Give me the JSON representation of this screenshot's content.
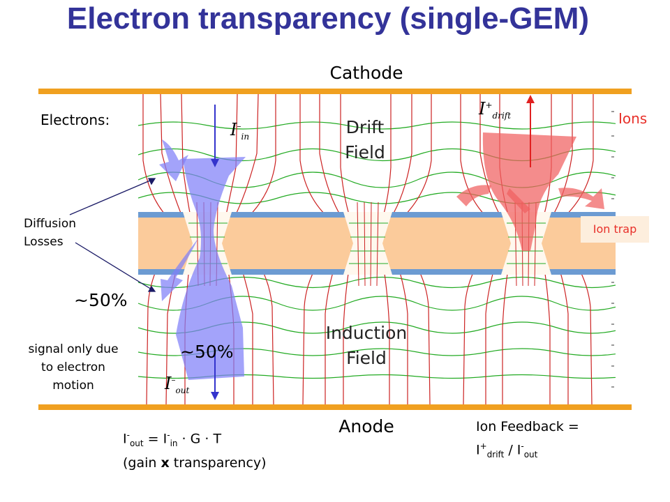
{
  "title": "Electron transparency (single-GEM)",
  "labels": {
    "cathode": "Cathode",
    "anode": "Anode",
    "electrons": "Electrons:",
    "ions": "Ions",
    "drift_field_line1": "Drift",
    "drift_field_line2": "Field",
    "induction_field_line1": "Induction",
    "induction_field_line2": "Field",
    "ion_trap": "Ion trap",
    "diffusion_line1": "Diffusion",
    "diffusion_line2": "Losses",
    "percent_left": "~50%",
    "percent_mid": "~50%",
    "signal_line1": "signal only due",
    "signal_line2": "to electron",
    "signal_line3": "motion"
  },
  "currents": {
    "i_in": {
      "base": "I",
      "sub": "in",
      "sup": "–"
    },
    "i_out": {
      "base": "I",
      "sub": "out",
      "sup": "–"
    },
    "i_drift": {
      "base": "I",
      "sub": "drift",
      "sup": "+"
    }
  },
  "formula_out": {
    "i1": "I",
    "sup1": "-",
    "sub1": "out",
    "eq": " = I",
    "sup2": "-",
    "sub2": "in",
    "rest": " · G · T",
    "line2_open": "(gain ",
    "line2_x": "x",
    "line2_close": " transparency)"
  },
  "formula_feedback": {
    "line1": "Ion Feedback =",
    "i1": "I",
    "sup1": "+",
    "sub1": "drift",
    "slash": " / I",
    "sup2": "-",
    "sub2": "out"
  },
  "colors": {
    "title": "#333399",
    "electrode": "#f0a020",
    "foil_insulator": "#fbcb9b",
    "foil_copper": "#6c9bd2",
    "electron_flow": "#8080f8",
    "ion_flow": "#f06060",
    "field_lines": "#cc2222",
    "equipotential_lines": "#22aa22"
  }
}
